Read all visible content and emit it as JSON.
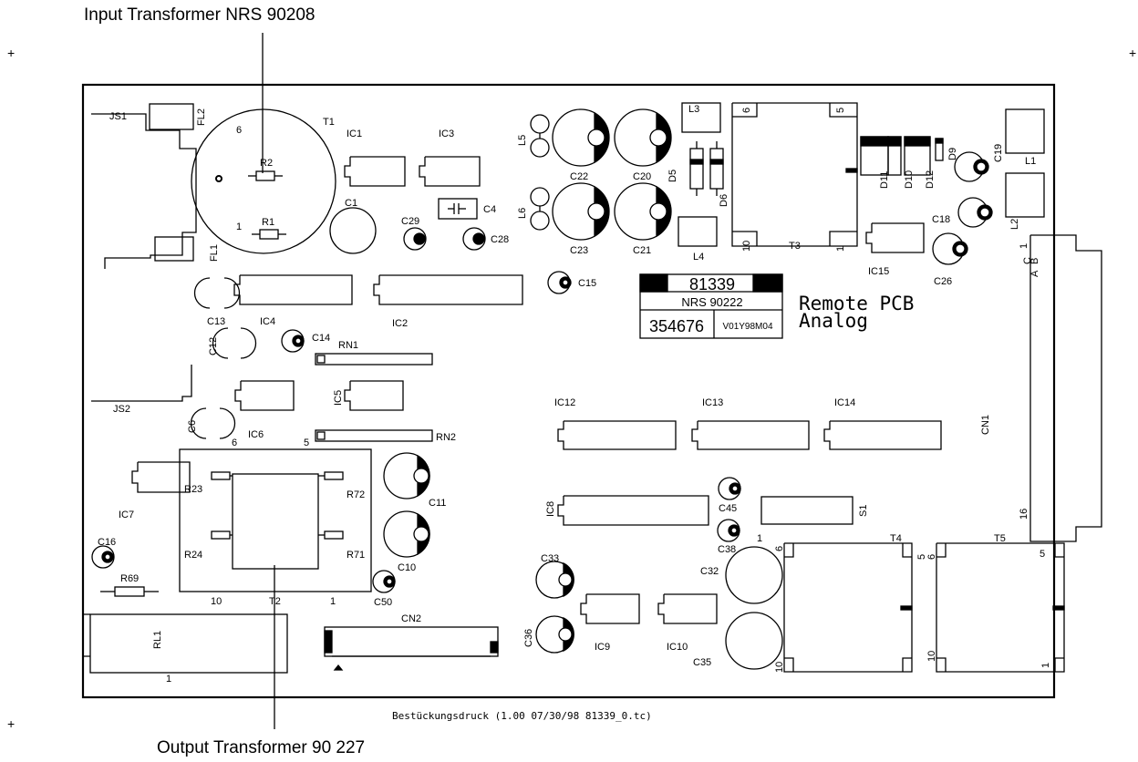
{
  "callouts": {
    "input_transformer": "Input Transformer NRS 90208",
    "output_transformer": "Output Transformer 90 227"
  },
  "footer_text": "Bestückungsdruck (1.00 07/30/98  81339_0.tc)",
  "registration_mark": "+",
  "title_block": {
    "part_number": "81339",
    "nrs": "NRS  90222",
    "serial": "354676",
    "version": "V01Y98M04"
  },
  "board_title": [
    "Remote  PCB",
    "Analog"
  ],
  "components": {
    "JS1": "JS1",
    "JS2": "JS2",
    "FL2": "FL2",
    "FL1": "FL1",
    "T1": "T1",
    "T1_pin6": "6",
    "T1_pin1": "1",
    "R2": "R2",
    "R1": "R1",
    "IC1": "IC1",
    "IC3": "IC3",
    "C1": "C1",
    "C4": "C4",
    "C29": "C29",
    "C28": "C28",
    "L5": "L5",
    "L6": "L6",
    "L3": "L3",
    "L4": "L4",
    "C22": "C22",
    "C20": "C20",
    "C23": "C23",
    "C21": "C21",
    "D5": "D5",
    "D6": "D6",
    "T3": "T3",
    "T3_pin6": "6",
    "T3_pin5": "5",
    "T3_pin10": "10",
    "T3_pin1": "1",
    "D11": "D11",
    "D10": "D10",
    "D12": "D12",
    "D9": "D9",
    "C19": "C19",
    "L1": "L1",
    "C18": "C18",
    "L2": "L2",
    "IC15": "IC15",
    "C26": "C26",
    "CN1_C": "C",
    "CN1_B": "B",
    "CN1_A": "A",
    "CN1_pin1": "1",
    "CN1_pin16": "16",
    "CN1": "CN1",
    "C15": "C15",
    "C13": "C13",
    "C12": "C12",
    "IC4": "IC4",
    "C14": "C14",
    "IC2": "IC2",
    "RN1": "RN1",
    "IC5": "IC5",
    "C6": "C6",
    "IC6": "IC6",
    "RN2": "RN2",
    "IC6_pin6": "6",
    "RN2_pin5": "5",
    "R23": "R23",
    "R72": "R72",
    "R24": "R24",
    "R71": "R71",
    "T2": "T2",
    "T2_pin10": "10",
    "T2_pin1": "1",
    "C11": "C11",
    "C10": "C10",
    "C50": "C50",
    "IC7": "IC7",
    "C16": "C16",
    "R69": "R69",
    "RL1": "RL1",
    "RL1_pin1": "1",
    "CN2": "CN2",
    "IC12": "IC12",
    "IC13": "IC13",
    "IC14": "IC14",
    "IC8": "IC8",
    "C45": "C45",
    "S1": "S1",
    "C38": "C38",
    "C33": "C33",
    "C36": "C36",
    "IC9": "IC9",
    "IC10": "IC10",
    "C32": "C32",
    "C35": "C35",
    "T4": "T4",
    "T4_pin1": "1",
    "T4_pin6": "6",
    "T4_pin10": "10",
    "T5": "T5",
    "T5_pin5a": "5",
    "T5_pin6": "6",
    "T5_pin5b": "5",
    "T5_pin10": "10",
    "T5_pin1": "1"
  }
}
